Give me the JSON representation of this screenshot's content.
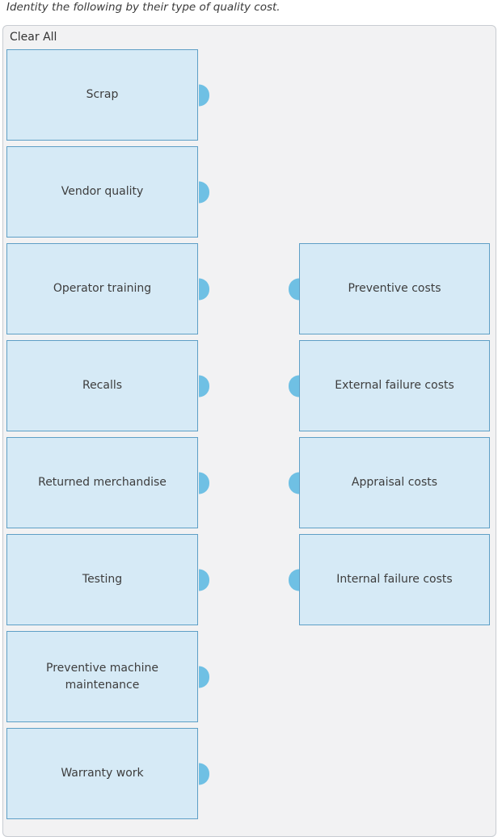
{
  "page": {
    "instruction": "Identity the following by their type of quality cost."
  },
  "panel": {
    "clear_all_label": "Clear All"
  },
  "matching": {
    "source_items": [
      {
        "label": "Scrap"
      },
      {
        "label": "Vendor quality"
      },
      {
        "label": "Operator training"
      },
      {
        "label": "Recalls"
      },
      {
        "label": "Returned merchandise"
      },
      {
        "label": "Testing"
      },
      {
        "label": "Preventive machine maintenance"
      },
      {
        "label": "Warranty work"
      }
    ],
    "target_items": [
      {
        "label": "Preventive costs"
      },
      {
        "label": "External failure costs"
      },
      {
        "label": "Appraisal costs"
      },
      {
        "label": "Internal failure costs"
      }
    ]
  },
  "colors": {
    "box_fill": "#d6eaf6",
    "box_border": "#5e9fc6",
    "connector": "#6fc0e4",
    "panel_bg": "#f2f2f3",
    "panel_border": "#c8ccd2",
    "text": "#3d3d3d"
  }
}
